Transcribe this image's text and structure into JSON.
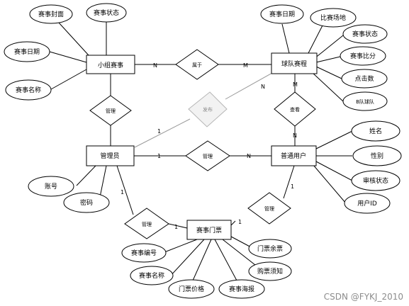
{
  "entities": {
    "group_match": "小组赛事",
    "team_schedule": "球队赛程",
    "admin": "管理员",
    "user": "普通用户",
    "ticket": "赛事门票"
  },
  "relationships": {
    "belongs_to": "属于",
    "manage_group": "管理",
    "publish": "发布",
    "view": "查看",
    "manage_user": "管理",
    "manage_ticket": "管理",
    "manage_ticket_user": "管理"
  },
  "attributes": {
    "group_match": [
      "赛事封面",
      "赛事状态",
      "赛事日期",
      "赛事名称"
    ],
    "team_schedule": [
      "赛事日期",
      "比赛场地",
      "赛事状态",
      "赛事比分",
      "点击数",
      "B队球队"
    ],
    "user": [
      "姓名",
      "性别",
      "审核状态",
      "用户ID"
    ],
    "admin": [
      "账号",
      "密码"
    ],
    "ticket": [
      "赛事编号",
      "赛事名称",
      "门票价格",
      "赛事海报",
      "购票须知",
      "门票余票"
    ]
  },
  "cardinalities": {
    "belongs_to_left": "N",
    "belongs_to_right": "M",
    "publish_admin": "1",
    "publish_schedule": "N",
    "view_schedule": "M",
    "view_user": "N",
    "manage_user_admin": "1",
    "manage_user_user": "N",
    "ticket_admin": "1",
    "ticket_ticket_left": "1",
    "ticket_ticket_right": "1",
    "ticket_user": "1"
  },
  "watermark": "CSDN @FYKJ_2010"
}
